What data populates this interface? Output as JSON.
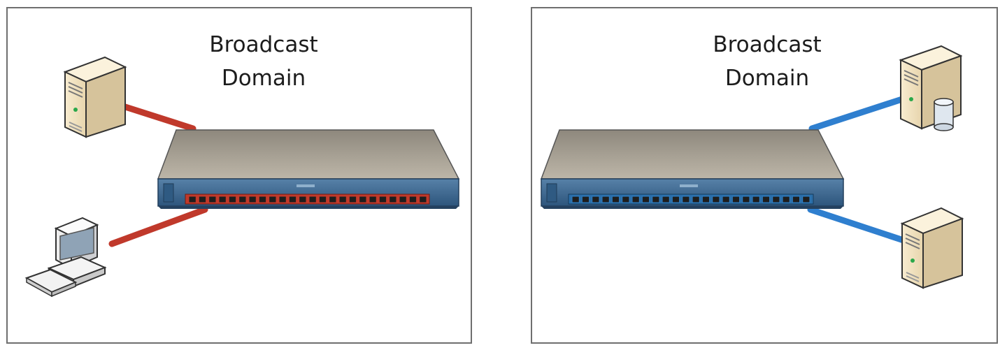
{
  "panels": [
    {
      "title_line1": "Broadcast",
      "title_line2": "Domain",
      "port_color": "#c0392b",
      "link_color": "#c0392b"
    },
    {
      "title_line1": "Broadcast",
      "title_line2": "Domain",
      "port_color": "#2e7fc6",
      "link_color": "#2f7fcf"
    }
  ],
  "colors": {
    "switch_top": "#a9a294",
    "switch_front": "#3f6a92",
    "server_body": "#f3e5c4",
    "server_side": "#d8c6a0",
    "outline": "#333333"
  }
}
